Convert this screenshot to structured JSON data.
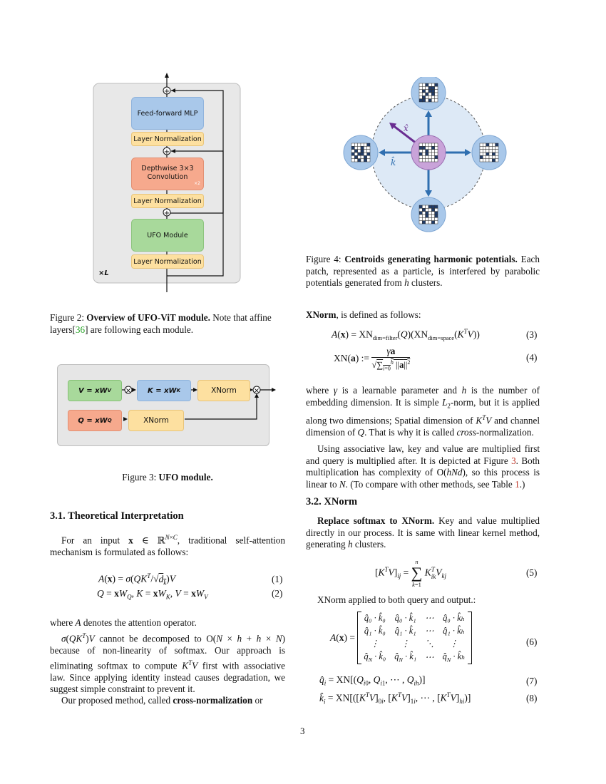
{
  "figure2": {
    "boxes": {
      "ffn": "Feed-forward MLP",
      "ln1": "Layer Normalization",
      "dwconv_line1": "Depthwise 3×3",
      "dwconv_line2": "Convolution",
      "dwconv_mult": "×2",
      "ln2": "Layer Normalization",
      "ufo": "UFO Module",
      "ln3": "Layer Normalization"
    },
    "repeat": "×L",
    "caption_prefix": "Figure 2: ",
    "caption_bold": "Overview of UFO-ViT module.",
    "caption_rest_a": " Note that affine layers[",
    "caption_ref": "36",
    "caption_rest_b": "] are following each module."
  },
  "figure3": {
    "v_box": "V = xW",
    "v_sub": "V",
    "k_box": "K = xW",
    "k_sub": "K",
    "q_box": "Q = xW",
    "q_sub": "Q",
    "xnorm_top": "XNorm",
    "xnorm_bottom": "XNorm",
    "caption_prefix": "Figure 3: ",
    "caption_bold": "UFO module."
  },
  "figure4": {
    "label_x": "x̂",
    "label_k": "k̂",
    "caption_prefix": "Figure 4: ",
    "caption_bold": "Centroids generating harmonic potentials.",
    "caption_rest": " Each patch, represented as a particle, is interfered by parabolic potentials generated from h clusters."
  },
  "left": {
    "section_title": "3.1. Theoretical Interpretation",
    "para1": "For an input x ∈ ℝ^{N×C}, traditional self-attention mechanism is formulated as follows:",
    "eq1": "A(x) = σ(QKᵀ/√dₖ)V",
    "eq1_num": "(1)",
    "eq2": "Q = xW_Q, K = xW_K, V = xW_V",
    "eq2_num": "(2)",
    "para2": "where A denotes the attention operator.",
    "para3": "σ(QKᵀ)V cannot be decomposed to O(N × h + h × N) because of non-linearity of softmax. Our approach is eliminating softmax to compute KᵀV first with associative law. Since applying identity instead causes degradation, we suggest simple constraint to prevent it.",
    "para4_a": "Our proposed method, called ",
    "para4_bold": "cross-normalization",
    "para4_b": " or"
  },
  "right": {
    "xnorm_intro_bold": "XNorm",
    "xnorm_intro_rest": ", is defined as follows:",
    "eq3_num": "(3)",
    "eq4_num": "(4)",
    "para_where": "where γ is a learnable parameter and h is the number of embedding dimension. It is simple L₂-norm, but it is applied along two dimensions; Spatial dimension of KᵀV and channel dimension of Q. That is why it is called ",
    "para_where_italic": "cross",
    "para_where_end": "-normalization.",
    "para_assoc_a": "Using associative law, key and value are multiplied first and query is multiplied after. It is depicted at Figure ",
    "para_assoc_ref1": "3",
    "para_assoc_b": ". Both multiplication has complexity of O(hNd), so this process is linear to N. (To compare with other methods, see Table ",
    "para_assoc_ref2": "1",
    "para_assoc_c": ".)",
    "section_title": "3.2. XNorm",
    "para_replace_bold": "Replace softmax to XNorm.",
    "para_replace_rest": " Key and value multiplied directly in our process. It is same with linear kernel method, generating h clusters.",
    "eq5_num": "(5)",
    "para_applied": "XNorm applied to both query and output.:",
    "eq6_num": "(6)",
    "eq7_num": "(7)",
    "eq8_num": "(8)"
  },
  "page_number": "3",
  "colors": {
    "ffn_blue": "#a9c8ea",
    "ln_yellow": "#fde0a0",
    "conv_orange": "#f6a98d",
    "ufo_green": "#a8d99b",
    "arrow_blue": "#2f6fb0",
    "arrow_purple": "#6a2d91",
    "link_green": "#2aa52a",
    "link_red": "#c0392b"
  }
}
